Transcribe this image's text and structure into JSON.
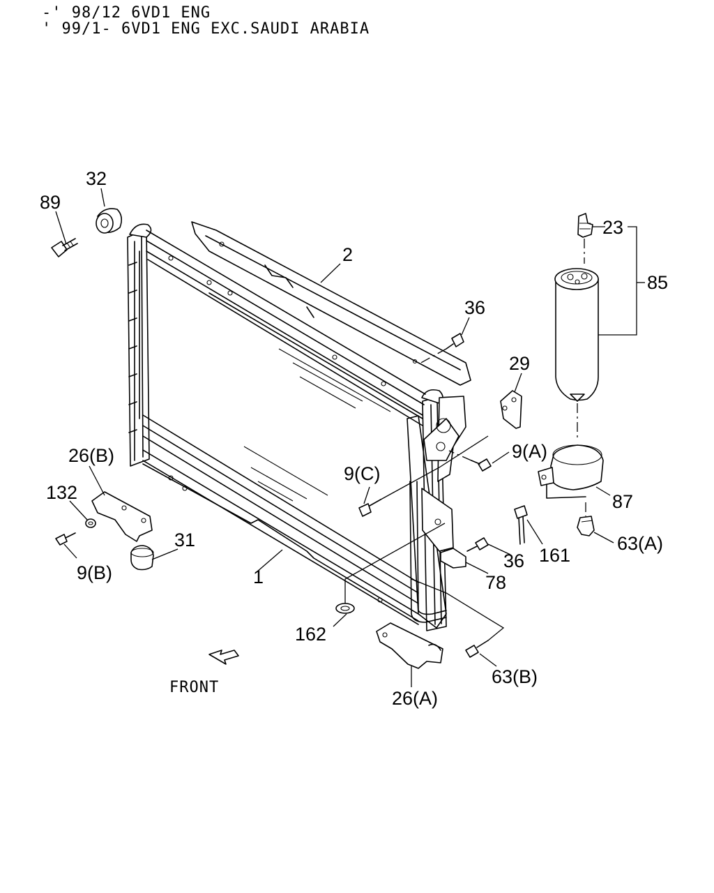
{
  "header": {
    "line1": "-' 98/12 6VD1 ENG",
    "line2": "' 99/1- 6VD1 ENG EXC.SAUDI ARABIA"
  },
  "front_label": "FRONT",
  "callouts": {
    "c1": "1",
    "c2": "2",
    "c9a": "9(A)",
    "c9b": "9(B)",
    "c9c": "9(C)",
    "c23": "23",
    "c26a": "26(A)",
    "c26b": "26(B)",
    "c29": "29",
    "c31": "31",
    "c32": "32",
    "c36a": "36",
    "c36b": "36",
    "c63a": "63(A)",
    "c63b": "63(B)",
    "c78": "78",
    "c85": "85",
    "c87": "87",
    "c89": "89",
    "c132": "132",
    "c161": "161",
    "c162": "162"
  }
}
